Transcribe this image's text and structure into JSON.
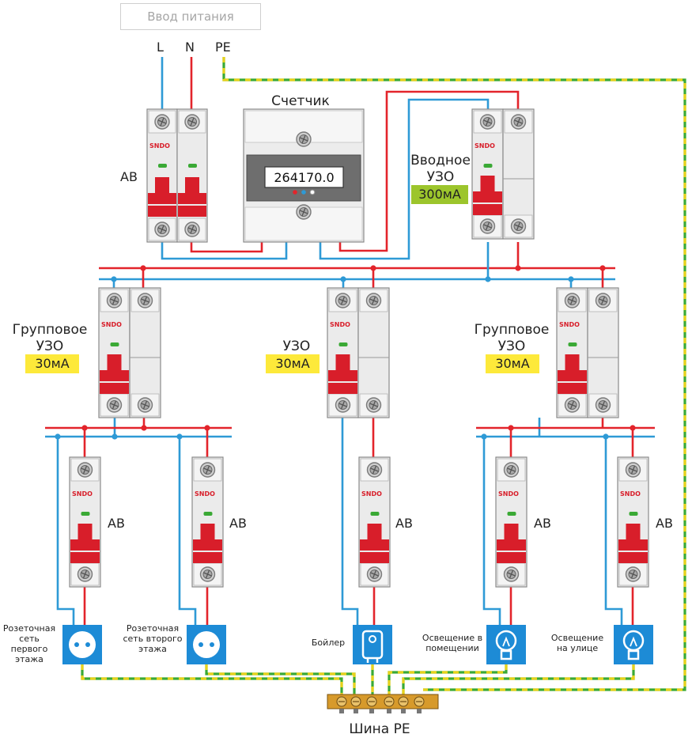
{
  "power_input": "Ввод питания",
  "wires": {
    "l": "L",
    "n": "N",
    "pe": "PE"
  },
  "main_breaker": {
    "label": "АВ"
  },
  "meter": {
    "title": "Счетчик",
    "reading": "264170.0"
  },
  "input_rcd": {
    "title": "Вводное УЗО",
    "rating": "300мА"
  },
  "rcds": [
    {
      "title": "Групповое УЗО",
      "rating": "30мА"
    },
    {
      "title": "УЗО",
      "rating": "30мА"
    },
    {
      "title": "Групповое УЗО",
      "rating": "30мА"
    }
  ],
  "breaker_brand": "SNDO",
  "breaker_label": "АВ",
  "loads": [
    {
      "label": "Розеточная сеть первого этажа",
      "icon": "socket-icon"
    },
    {
      "label": "Розеточная сеть второго этажа",
      "icon": "socket-icon"
    },
    {
      "label": "Бойлер",
      "icon": "boiler-icon"
    },
    {
      "label": "Освещение в помещении",
      "icon": "lamp-icon"
    },
    {
      "label": "Освещение на улице",
      "icon": "lamp-icon"
    }
  ],
  "pe_bus": {
    "label": "Шина PE"
  },
  "colors": {
    "phase": "#e3242b",
    "neutral": "#2e9ad6",
    "ground_green": "#3aa935",
    "ground_yellow": "#e8d21a",
    "device_red": "#d81e2a",
    "badge_input": "#9cc52c",
    "badge_group": "#fde93a",
    "load_icon_bg": "#1d8bd6"
  }
}
